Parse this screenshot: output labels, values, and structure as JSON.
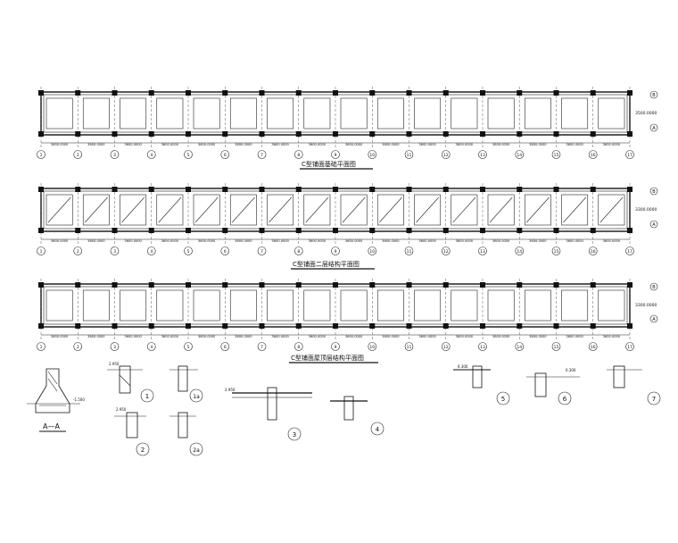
{
  "plans": [
    {
      "title": "C型铺面基础平面图",
      "axes": [
        "1",
        "2",
        "3",
        "4",
        "5",
        "6",
        "7",
        "8",
        "9",
        "10",
        "11",
        "12",
        "13",
        "14",
        "15",
        "16",
        "17"
      ],
      "row_tags": [
        "B",
        "A"
      ],
      "width_label": "3500.0000",
      "spacing_label": "3600.0000"
    },
    {
      "title": "C型铺面二层结构平面图",
      "axes": [
        "1",
        "2",
        "3",
        "4",
        "5",
        "6",
        "7",
        "8",
        "9",
        "10",
        "11",
        "12",
        "13",
        "14",
        "15",
        "16",
        "17"
      ],
      "row_tags": [
        "B",
        "A"
      ],
      "width_label": "3300.0000",
      "spacing_label": "3600.0000"
    },
    {
      "title": "C型铺面屋顶层结构平面图",
      "axes": [
        "1",
        "2",
        "3",
        "4",
        "5",
        "6",
        "7",
        "8",
        "9",
        "10",
        "11",
        "12",
        "13",
        "14",
        "15",
        "16",
        "17"
      ],
      "row_tags": [
        "B",
        "A"
      ],
      "width_label": "3300.0000",
      "spacing_label": "3600.0000"
    }
  ],
  "details": [
    {
      "id": "A-A",
      "label": "A—A"
    },
    {
      "id": "1",
      "label": "1"
    },
    {
      "id": "1a",
      "label": "1a"
    },
    {
      "id": "2",
      "label": "2"
    },
    {
      "id": "2a",
      "label": "2a"
    },
    {
      "id": "3",
      "label": "3"
    },
    {
      "id": "4",
      "label": "4"
    },
    {
      "id": "5",
      "label": "5"
    },
    {
      "id": "6",
      "label": "6"
    },
    {
      "id": "7",
      "label": "7"
    }
  ],
  "elevations": {
    "e1": "2.950",
    "e2": "2.950",
    "e3": "2.950",
    "e4": "6.300",
    "e5": "6.300",
    "e6": "-1.500"
  },
  "colors": {
    "line": "#111111",
    "background": "#ffffff"
  }
}
